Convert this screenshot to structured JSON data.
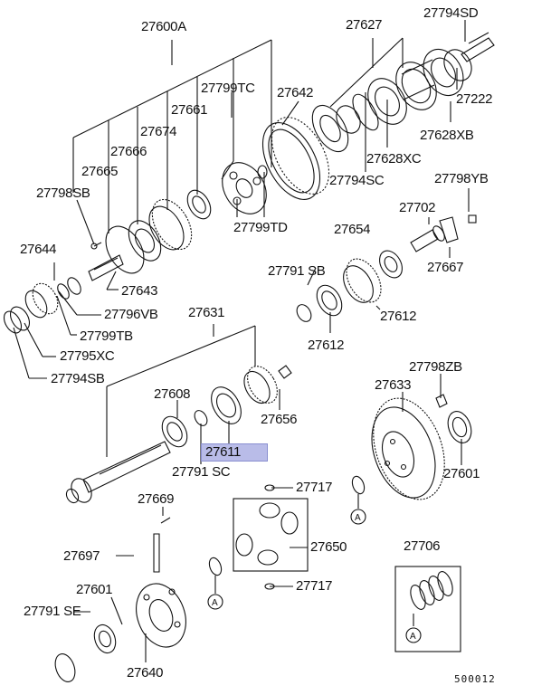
{
  "labels": {
    "p27600A": "27600A",
    "p27627": "27627",
    "p27794SD": "27794SD",
    "p27799TC": "27799TC",
    "p27642": "27642",
    "p27222": "27222",
    "p27661": "27661",
    "p27674": "27674",
    "p27628XB": "27628XB",
    "p27666": "27666",
    "p27628XC": "27628XC",
    "p27665": "27665",
    "p27794SC": "27794SC",
    "p27798YB": "27798YB",
    "p27798SB": "27798SB",
    "p27702": "27702",
    "p27799TD": "27799TD",
    "p27654": "27654",
    "p27644": "27644",
    "p27667": "27667",
    "p27791SB": "27791 SB",
    "p27643": "27643",
    "p27796VB": "27796VB",
    "p27612a": "27612",
    "p27631": "27631",
    "p27799TB": "27799TB",
    "p27612b": "27612",
    "p27795XC": "27795XC",
    "p27798ZB": "27798ZB",
    "p27794SB": "27794SB",
    "p27608": "27608",
    "p27633": "27633",
    "p27656": "27656",
    "p27611": "27611",
    "p27791SC": "27791 SC",
    "p27601a": "27601",
    "p27717a": "27717",
    "p27669": "27669",
    "p27650": "27650",
    "p27706": "27706",
    "p27697": "27697",
    "p27601b": "27601",
    "p27717b": "27717",
    "p27791SE": "27791 SE",
    "p27640": "27640"
  },
  "ref_marker": "A",
  "diagram_code": "500012",
  "colors": {
    "line": "#111111",
    "highlight": "#b9bce8"
  }
}
